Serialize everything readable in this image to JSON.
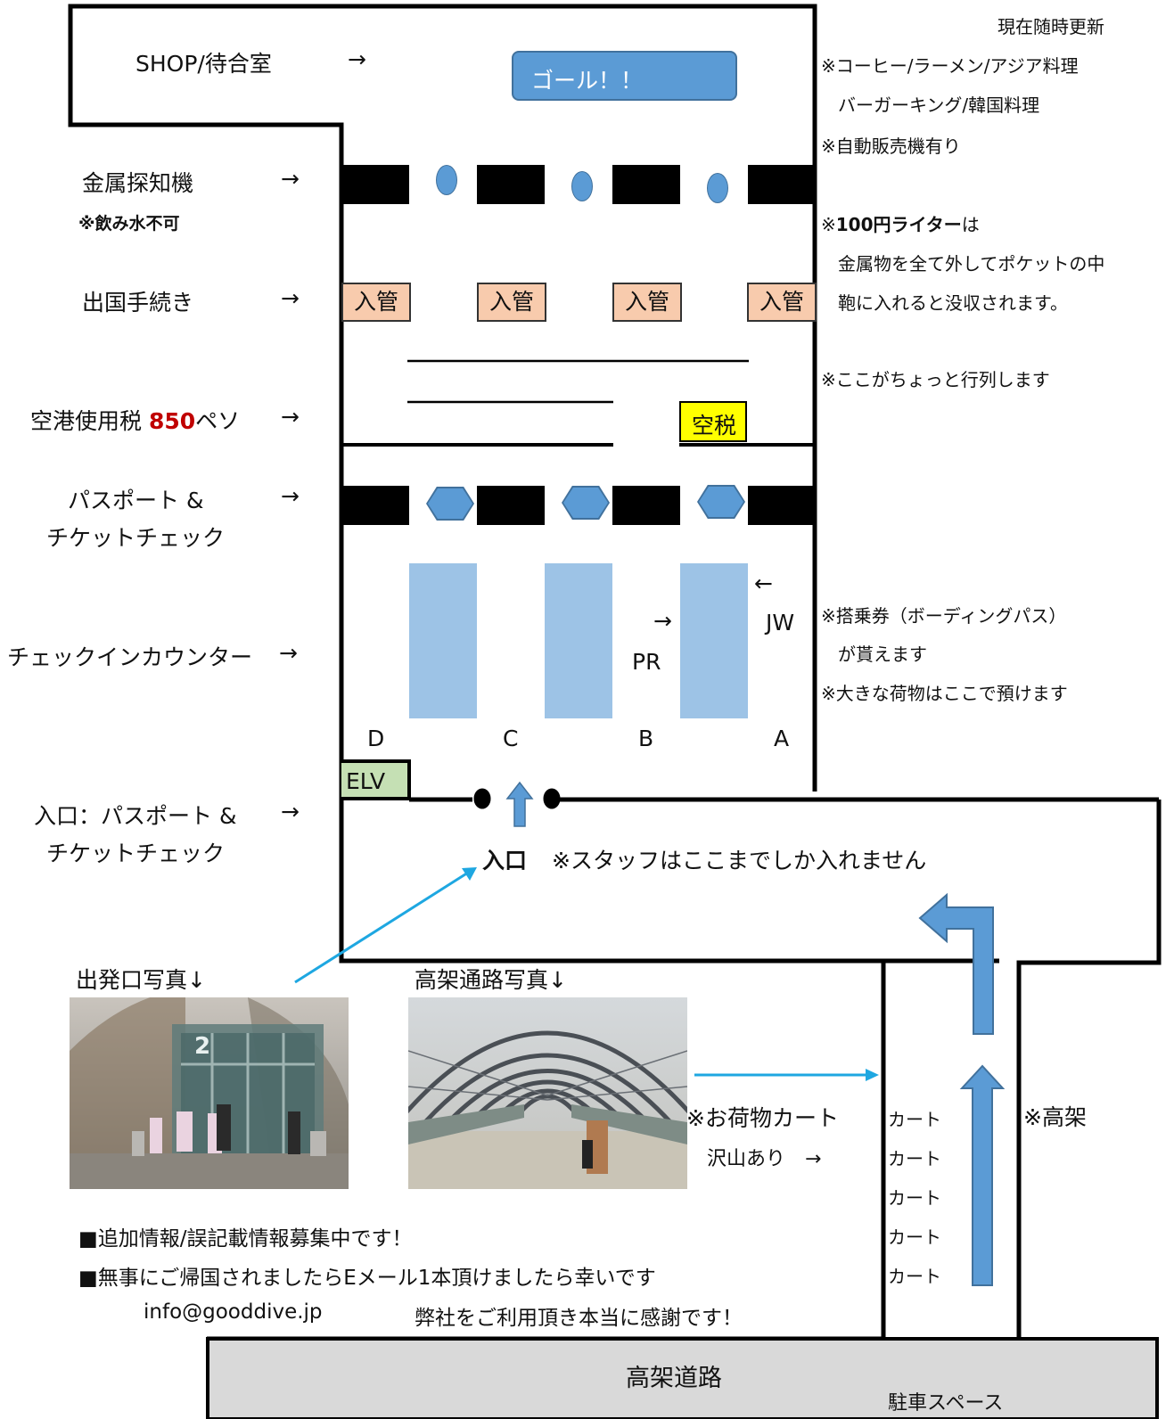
{
  "header": {
    "update_note": "現在随時更新",
    "goal_label": "ゴール！！"
  },
  "left_labels": {
    "shop": "SHOP/待合室",
    "metal_detector": "金属探知機",
    "no_water": "※飲み水不可",
    "departure_procedure": "出国手続き",
    "airport_tax_prefix": "空港使用税 ",
    "airport_tax_amount": "850",
    "airport_tax_suffix": "ペソ",
    "passport_check_line1": "パスポート &",
    "passport_check_line2": "チケットチェック",
    "checkin_counter": "チェックインカウンター",
    "entrance_check_line1": "入口：パスポート &",
    "entrance_check_line2": "チケットチェック",
    "arrow": "→"
  },
  "right_notes": {
    "food_1": "※コーヒー/ラーメン/アジア料理",
    "food_2": "バーガーキング/韓国料理",
    "vending": "※自動販売機有り",
    "lighter_prefix": "※",
    "lighter_bold": "100円ライター",
    "lighter_suffix": "は",
    "lighter_2": "金属物を全て外してポケットの中",
    "lighter_3": "鞄に入れると没収されます。",
    "queue": "※ここがちょっと行列します",
    "boarding_1": "※搭乗券（ボーディングパス）",
    "boarding_2": "が貰えます",
    "luggage": "※大きな荷物はここで預けます"
  },
  "map": {
    "immigration_booths": [
      "入管",
      "入管",
      "入管",
      "入管"
    ],
    "airport_tax_booth": "空税",
    "counters": [
      "D",
      "C",
      "B",
      "A"
    ],
    "airline_pr": "PR",
    "airline_jw": "JW",
    "arrow_right": "→",
    "arrow_left": "←",
    "elevator": "ELV",
    "entrance_bold": "入口",
    "entrance_note": "※スタッフはここまでしか入れません",
    "elevated_note": "※高架",
    "carts": [
      "カート",
      "カート",
      "カート",
      "カート",
      "カート"
    ],
    "cart_note_1": "※お荷物カート",
    "cart_note_2": "沢山あり　→",
    "road": "高架道路",
    "parking": "駐車スペース"
  },
  "photos": {
    "departure_caption": "出発口写真↓",
    "walkway_caption": "高架通路写真↓",
    "gate_number": "2"
  },
  "footer": {
    "line1": "■追加情報/誤記載情報募集中です！",
    "line2": "■無事にご帰国されましたらEメール1本頂けましたら幸いです",
    "email": "info@gooddive.jp",
    "thanks": "弊社をご利用頂き本当に感謝です！"
  },
  "colors": {
    "accent_blue": "#5b9bd5",
    "counter_blue": "#9dc3e6",
    "immigration_peach": "#f8cbad",
    "tax_yellow": "#ffff00",
    "elv_green": "#c5e0b4",
    "price_red": "#c00000",
    "pointer_cyan": "#1ea7e1",
    "road_gray": "#d9d9d9"
  }
}
